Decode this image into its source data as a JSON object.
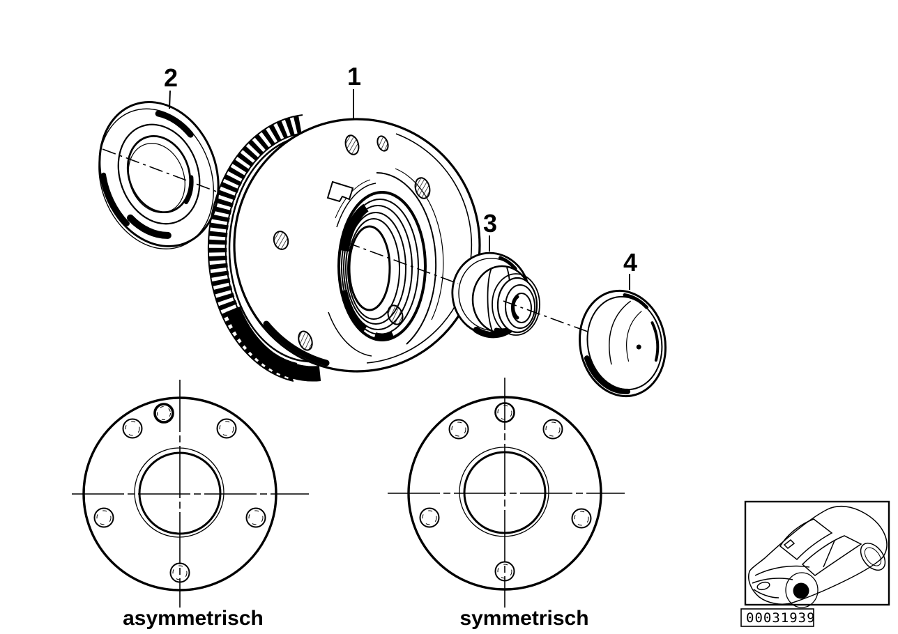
{
  "page": {
    "background_color": "#ffffff",
    "ink_color": "#000000"
  },
  "diagram": {
    "part_labels": [
      {
        "number": "1"
      },
      {
        "number": "2"
      },
      {
        "number": "3"
      },
      {
        "number": "4"
      }
    ],
    "variants": [
      {
        "caption": "asymmetrisch"
      },
      {
        "caption": "symmetrisch"
      }
    ],
    "footer": {
      "image_number": "00031939",
      "icon": "car-thumbnail-icon"
    }
  }
}
